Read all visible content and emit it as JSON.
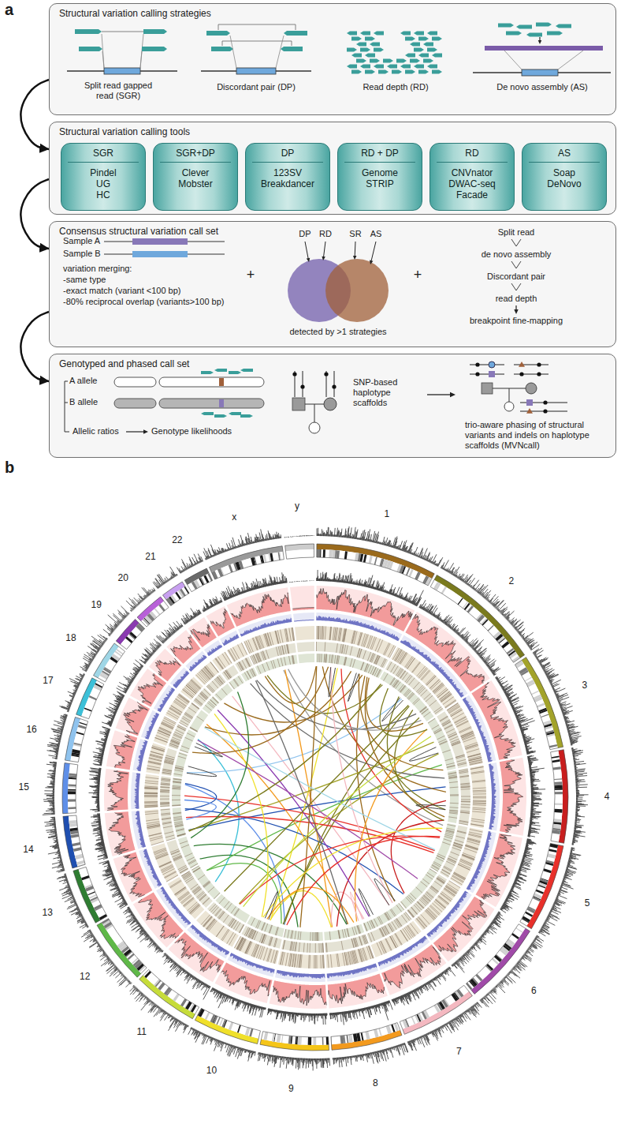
{
  "diagram": {
    "nodes": [
      {
        "text": [
          "Structural variation calling strategies"
        ]
      },
      {
        "text": [
          "Structural variation calling tools"
        ]
      },
      {
        "text": [
          "SGR",
          "Pindel UG HC"
        ],
        "in": 1
      },
      {
        "text": [
          "SGR+DP",
          "Clever Mobster"
        ],
        "in": 1
      },
      {
        "text": [
          "DP",
          "123SV Breakdancer"
        ],
        "in": 1
      },
      {
        "text": [
          "RD + DP",
          "Genome STRIP"
        ],
        "in": 1
      },
      {
        "text": [
          "RD",
          "CNVnator DWAC-seq Facade"
        ],
        "in": 1
      },
      {
        "text": [
          "AS",
          "Soap DeNovo"
        ],
        "in": 1
      },
      {
        "text": [
          "Consensus structural variation call set"
        ]
      },
      {
        "text": [
          "Genotyped and phased call set"
        ]
      }
    ],
    "edges": [
      {
        "from": 0,
        "to": 1,
        "arrow": "to"
      },
      {
        "from": 1,
        "to": 8,
        "arrow": "to"
      },
      {
        "from": 8,
        "to": 9,
        "arrow": "to"
      }
    ],
    "labels": [
      "a",
      "Split read gapped read (SGR)",
      "Discordant pair (DP)",
      "Read depth (RD)",
      "De novo assembly (AS)",
      "Sample A",
      "Sample B",
      "variation merging:",
      "-same type",
      "-exact match (variant <100 bp)",
      "-80% reciprocal overlap (variants>100 bp)",
      "+",
      "DP",
      "RD",
      "SR",
      "AS",
      "detected by >1 strategies",
      "+",
      "Split read",
      "de novo assembly",
      "Discordant pair",
      "read depth",
      "breakpoint fine-mapping",
      "A allele",
      "B allele",
      "Allelic ratios",
      "Genotype likelihoods",
      "SNP-based haplotype scaffolds",
      "trio-aware phasing of structural variants and indels on haplotype scaffolds (MVNcall)",
      "b",
      "1",
      "2",
      "3",
      "4",
      "5",
      "6",
      "7",
      "8",
      "9",
      "10",
      "11",
      "12",
      "13",
      "14",
      "15",
      "16",
      "17",
      "18",
      "19",
      "20",
      "21",
      "22",
      "x",
      "y"
    ]
  }
}
